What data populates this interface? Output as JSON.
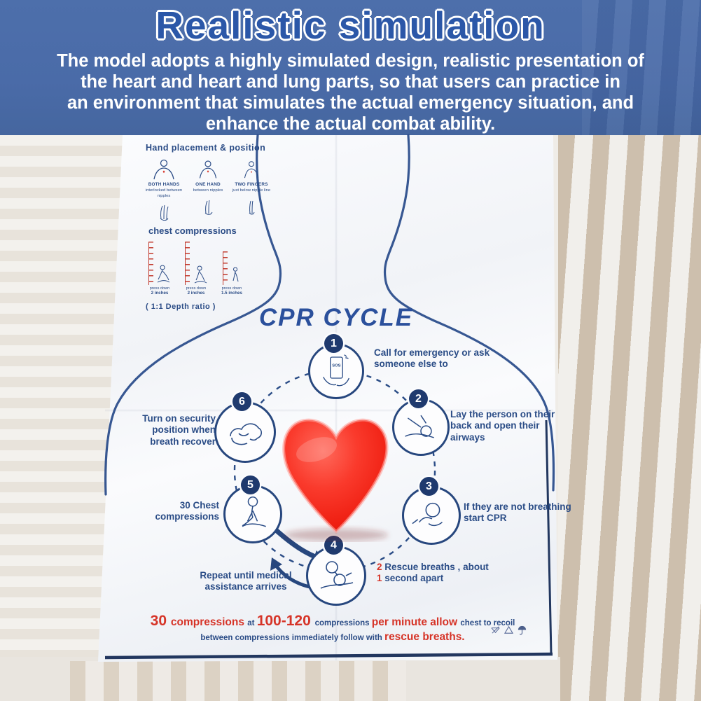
{
  "banner": {
    "title": "Realistic  simulation",
    "lines": [
      "The model adopts a highly simulated design, realistic presentation of",
      "the heart and heart and lung parts, so that users can practice in",
      "an environment that simulates the actual emergency situation, and",
      "enhance the actual combat ability."
    ]
  },
  "colors": {
    "banner_bg": "#4a6ba8",
    "title_blue": "#2b57a8",
    "navy": "#2b4c86",
    "red": "#d63428",
    "heart_red": "#f5251a"
  },
  "hand_placement": {
    "title": "Hand placement & position",
    "columns": [
      {
        "label": "BOTH HANDS",
        "sub": "interlocked between nipples"
      },
      {
        "label": "ONE HAND",
        "sub": "between nipples"
      },
      {
        "label": "TWO FINGERS",
        "sub": "just below nipple line"
      }
    ]
  },
  "chest": {
    "title": "chest compressions",
    "rulers": [
      {
        "cap1": "press down",
        "cap2": "2 inches"
      },
      {
        "cap1": "press down",
        "cap2": "2 inches"
      },
      {
        "cap1": "press down",
        "cap2": "1.5 inches"
      }
    ],
    "depth_note": "( 1:1 Depth ratio )"
  },
  "cycle": {
    "title": "CPR CYCLE",
    "steps": [
      {
        "num": "1",
        "text": "Call for emergency or ask someone else to",
        "phone_label": "SOS"
      },
      {
        "num": "2",
        "text": "Lay the person on their back and open their airways"
      },
      {
        "num": "3",
        "text": "If they are not breathing start CPR"
      },
      {
        "num": "4",
        "rich": [
          {
            "text": "2 ",
            "cls": "seg-red"
          },
          {
            "text": "Rescue breaths ,",
            "cls": ""
          },
          {
            "text": " about ",
            "cls": ""
          },
          {
            "text": "1",
            "cls": "seg-red"
          },
          {
            "text": " second apart",
            "cls": ""
          }
        ]
      },
      {
        "num": "5",
        "text": "30 Chest compressions"
      },
      {
        "num": "6",
        "text": "Turn on security position when breath recover"
      }
    ],
    "repeat_note": "Repeat until medical assistance arrives"
  },
  "footer": {
    "line1": [
      {
        "text": "30 ",
        "cls": "f-red-lg"
      },
      {
        "text": "compressions ",
        "cls": "f-red"
      },
      {
        "text": "at ",
        "cls": "f-navy"
      },
      {
        "text": "100-120 ",
        "cls": "f-red-lg"
      },
      {
        "text": "compressions ",
        "cls": "f-navy"
      },
      {
        "text": "per minute allow ",
        "cls": "f-red"
      },
      {
        "text": "chest to recoil",
        "cls": "f-navy"
      }
    ],
    "line2": [
      {
        "text": "between compressions immediately follow with ",
        "cls": "f-navy"
      },
      {
        "text": "rescue breaths.",
        "cls": "f-red"
      }
    ],
    "care_icons": [
      "do-not-wash",
      "recycle-triangle",
      "keep-dry"
    ]
  }
}
